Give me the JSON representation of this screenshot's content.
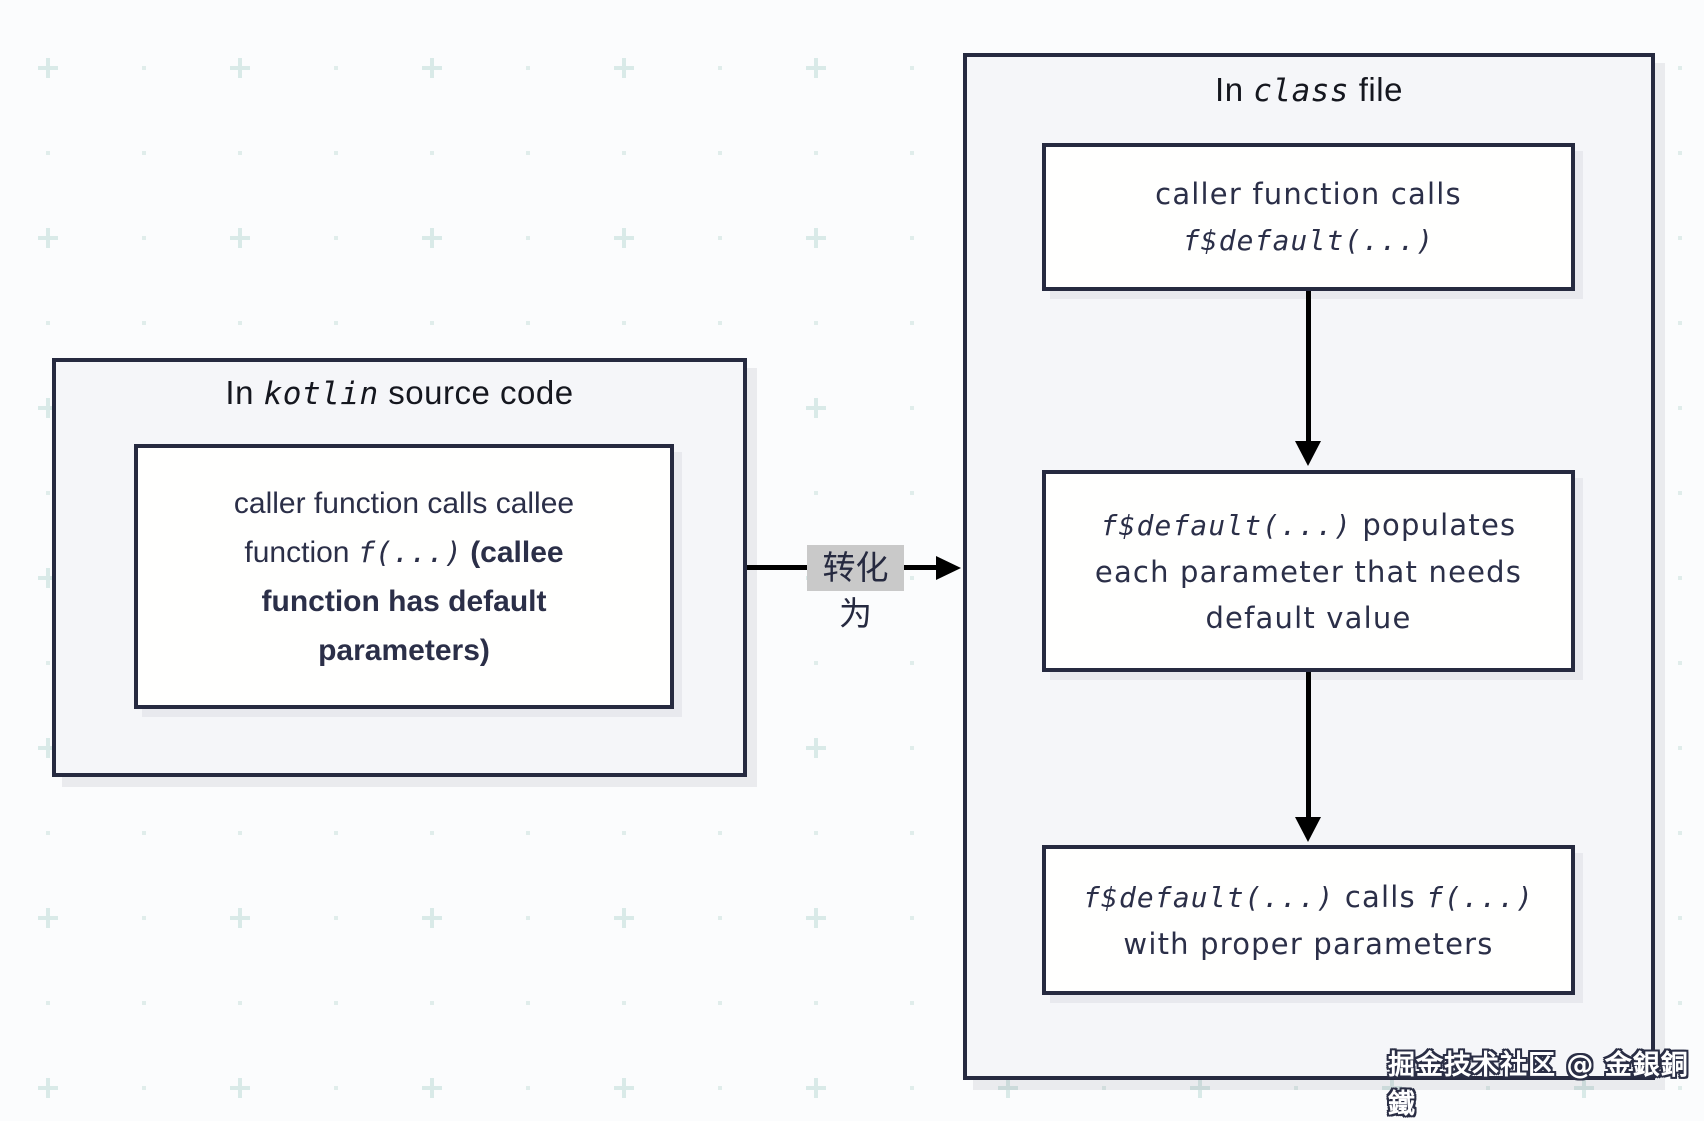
{
  "colors": {
    "border": "#262a40",
    "container_fill": "#f5f6f9",
    "box_fill": "#fffffe",
    "arrow": "#000000",
    "label_bg": "#c9c9c9",
    "text": "#2b2f48",
    "pattern_cross": "#d9eae8",
    "pattern_dot": "#e0edeb"
  },
  "left_panel": {
    "title": {
      "pre": "In ",
      "italic": "kotlin",
      "post": " source code"
    },
    "box": {
      "line1": "caller function calls callee",
      "line2_pre": "function ",
      "line2_code": "f(...)",
      "line2_bold": " (callee",
      "line3_bold": "function has default",
      "line4_bold": "parameters)"
    }
  },
  "transform_arrow": {
    "label": "转化为"
  },
  "right_panel": {
    "title": {
      "pre": "In ",
      "italic": "class",
      "post": " file"
    },
    "box1": {
      "line1": "caller function calls",
      "line2_code": "f$default(...)"
    },
    "box2": {
      "line1_code": "f$default(...)",
      "line1_rest": " populates",
      "line2": "each parameter that needs",
      "line3": "default value"
    },
    "box3": {
      "line1_code1": "f$default(...)",
      "line1_mid": " calls ",
      "line1_code2": "f(...)",
      "line2": "with proper parameters"
    }
  },
  "watermark": "掘金技术社区 @ 金銀銅鐵"
}
